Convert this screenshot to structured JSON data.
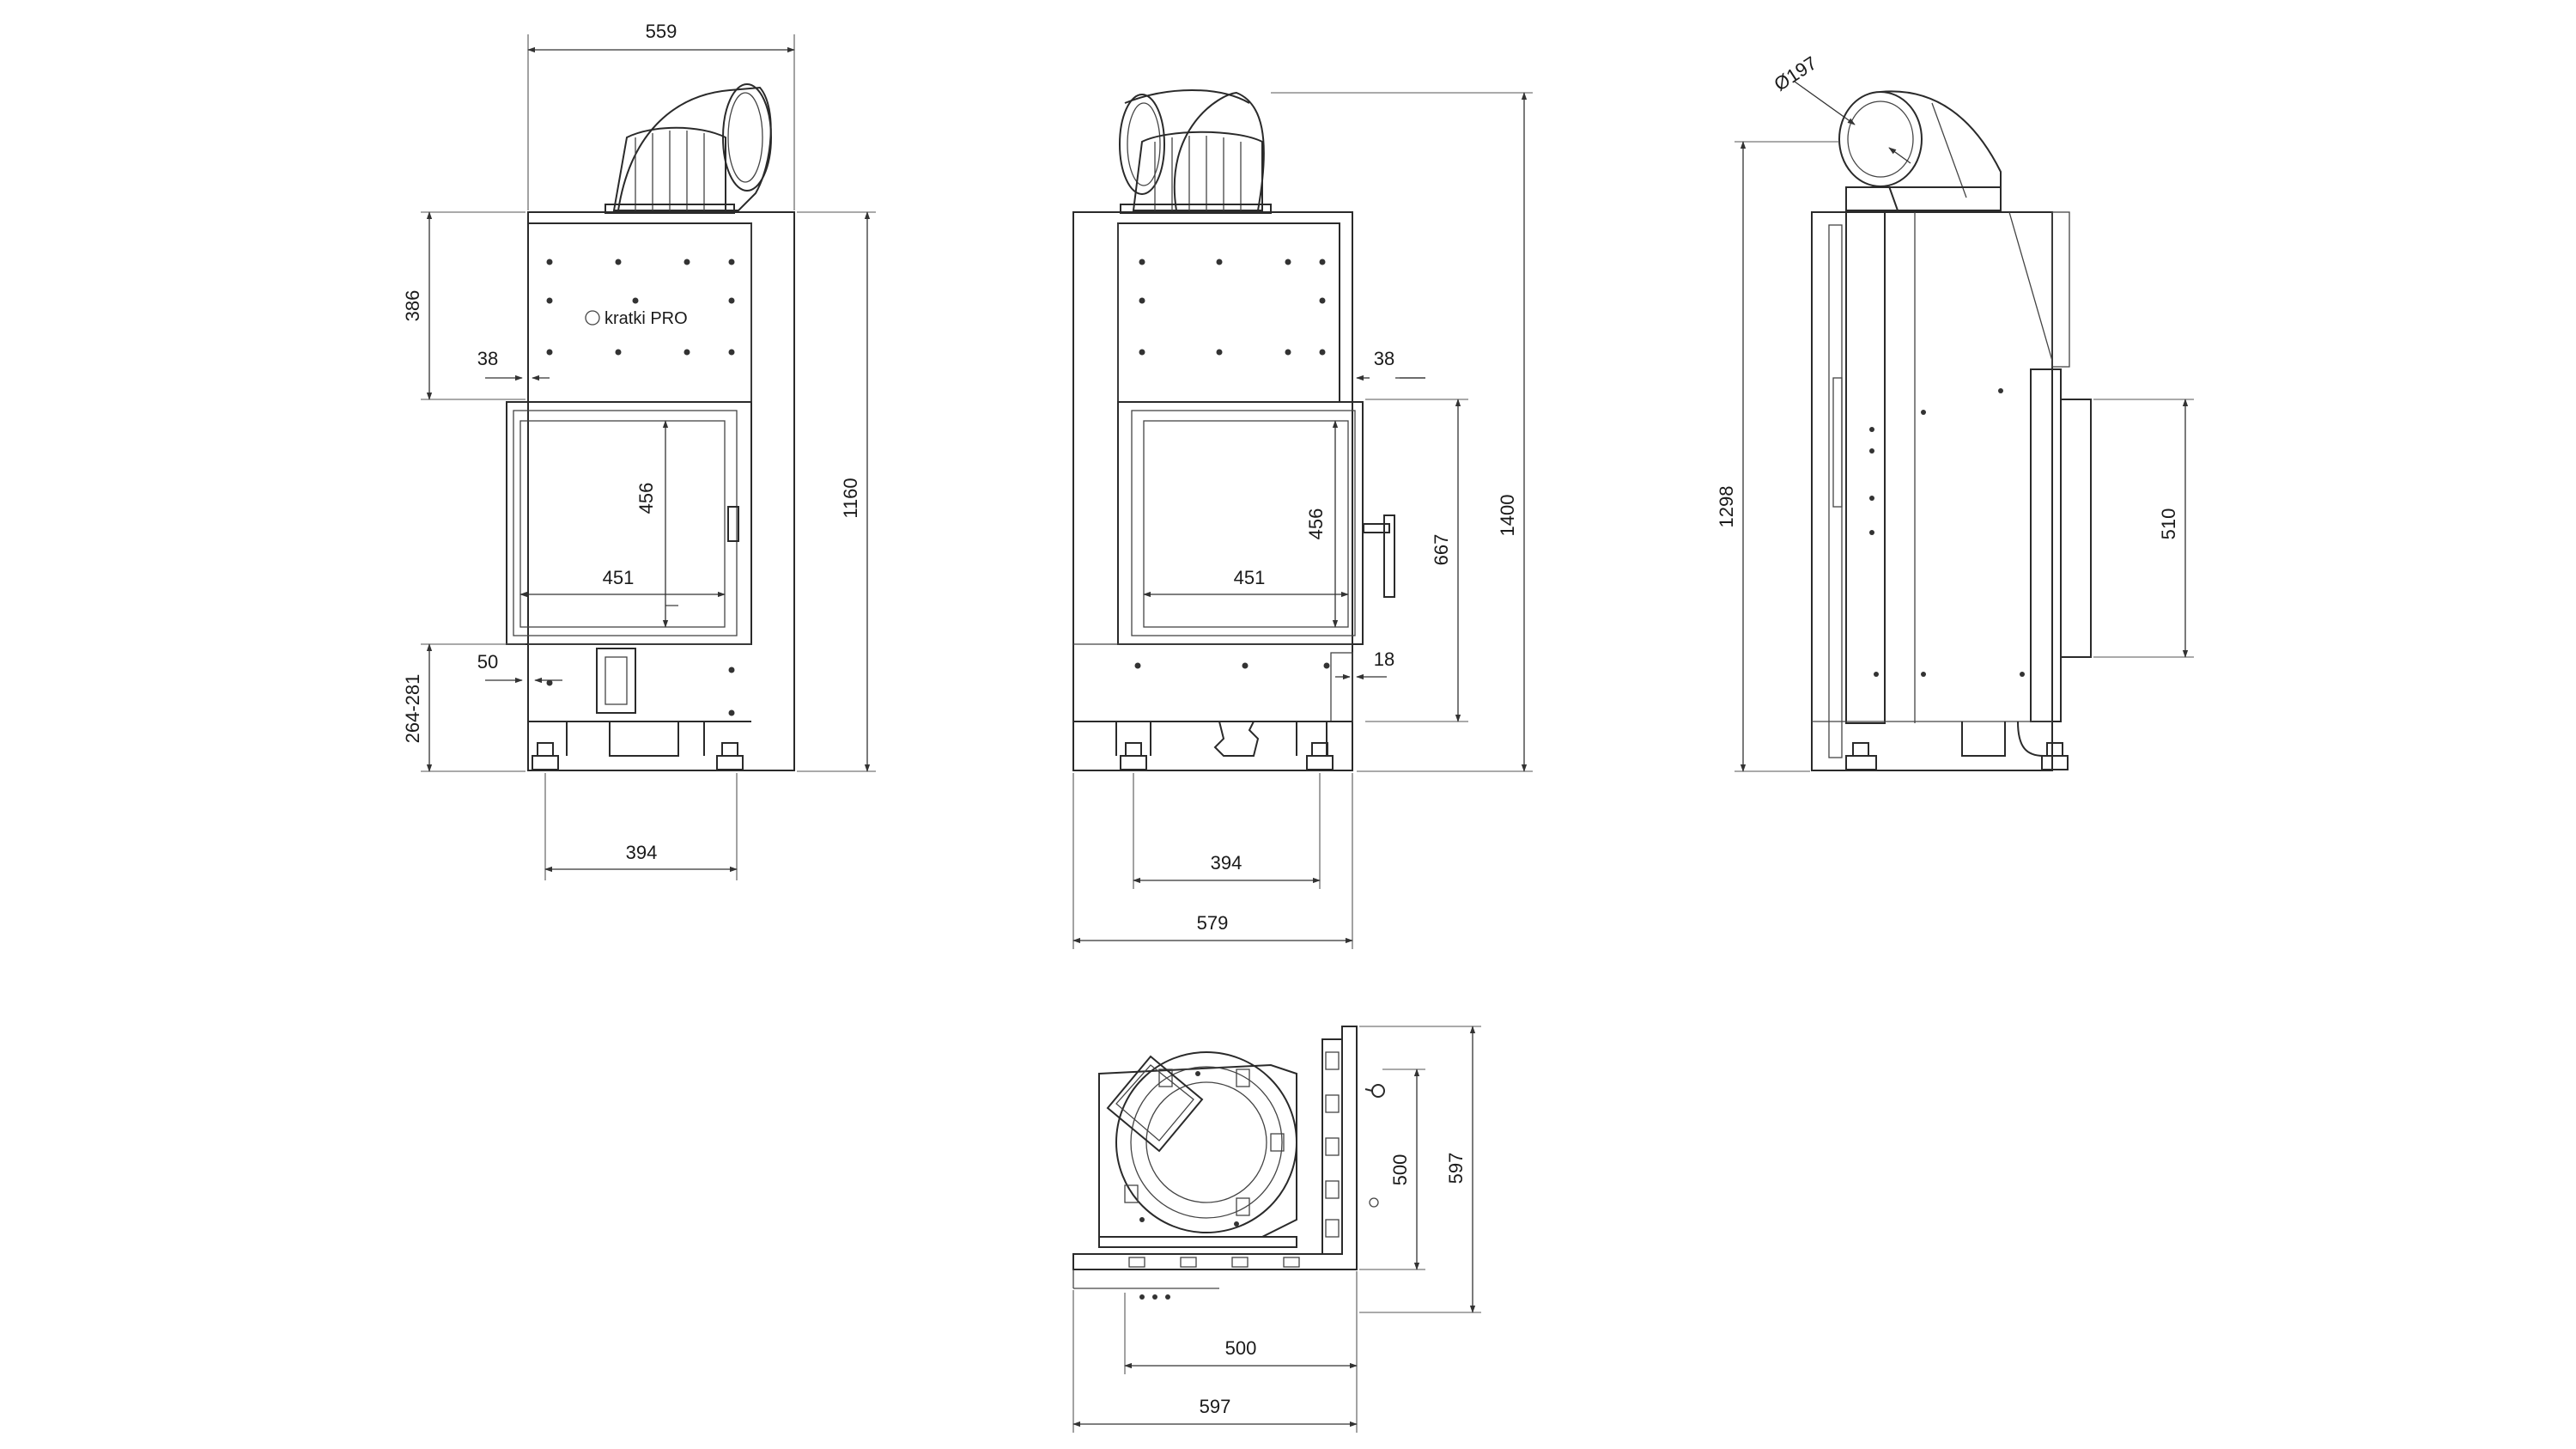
{
  "brand": {
    "logo_text": "kratki PRO"
  },
  "front_view": {
    "width_top": "559",
    "door_frame_width": "451",
    "door_frame_height": "456",
    "top_height": "386",
    "side_offset": "38",
    "total_height": "1160",
    "bottom_offset": "50",
    "leg_height_range": "264-281",
    "leg_spacing": "394"
  },
  "side_front_view": {
    "door_frame_width": "451",
    "door_frame_height": "456",
    "door_height": "667",
    "total_height": "1400",
    "side_offset": "38",
    "bottom_offset": "18",
    "leg_spacing": "394",
    "width_total": "579"
  },
  "profile_view": {
    "flue_diameter": "Ø197",
    "total_height": "1298",
    "glass_height": "510"
  },
  "top_view": {
    "depth_inner": "500",
    "depth_outer": "597",
    "width_inner": "500",
    "width_outer": "597"
  }
}
